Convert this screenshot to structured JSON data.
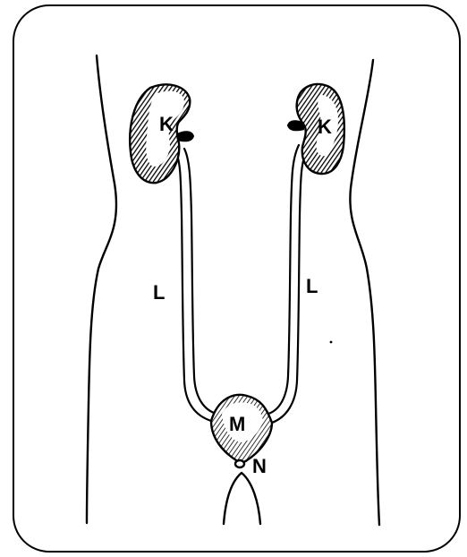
{
  "labels": {
    "kidney_left": "K",
    "kidney_right": "K",
    "ureter_left": "L",
    "ureter_right": "L",
    "bladder": "M",
    "urethra": "N"
  }
}
